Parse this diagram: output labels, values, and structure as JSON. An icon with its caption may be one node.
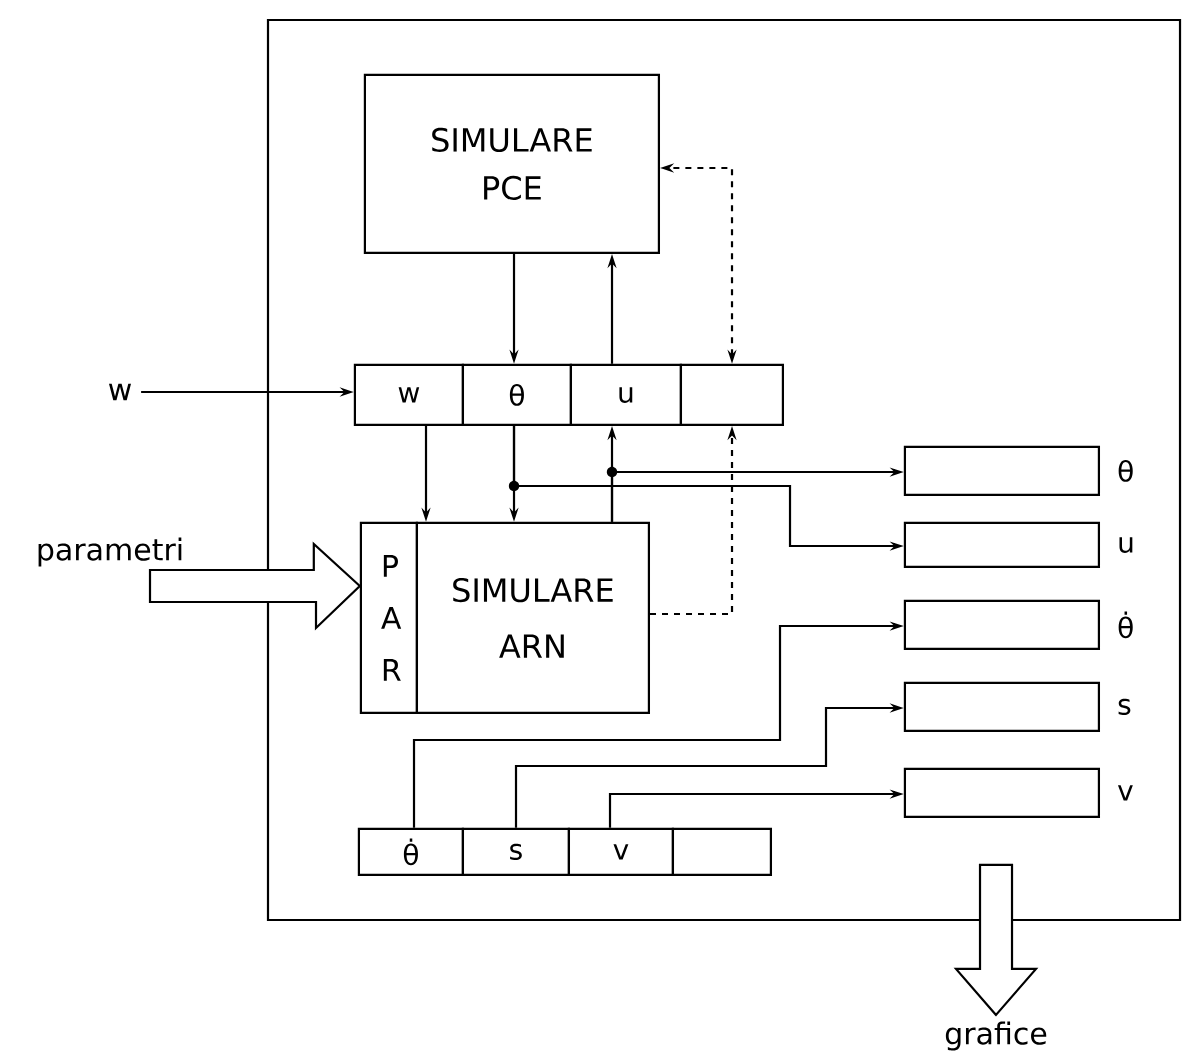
{
  "diagram": {
    "nodes": [
      {
        "text": [],
        "shape": "box"
      },
      {
        "text": [
          "SIMULARE PCE"
        ],
        "in": 0
      },
      {
        "text": [
          "w"
        ],
        "in": 0
      },
      {
        "text": [
          "θ"
        ],
        "in": 0
      },
      {
        "text": [
          "u"
        ],
        "in": 0
      },
      {
        "text": [],
        "shape": "box",
        "in": 0
      },
      {
        "text": [
          "P A R"
        ],
        "in": 0
      },
      {
        "text": [
          "SIMULARE ARN"
        ],
        "in": 0
      },
      {
        "text": [],
        "shape": "box",
        "beside": [
          "θ"
        ],
        "in": 0
      },
      {
        "text": [],
        "shape": "box",
        "beside": [
          "u"
        ],
        "in": 0
      },
      {
        "text": [],
        "shape": "box",
        "beside": [
          "θ̇"
        ],
        "in": 0
      },
      {
        "text": [],
        "shape": "box",
        "beside": [
          "s"
        ],
        "in": 0
      },
      {
        "text": [],
        "shape": "box",
        "beside": [
          "v"
        ],
        "in": 0
      },
      {
        "text": [
          "θ̇"
        ],
        "in": 0
      },
      {
        "text": [
          "s"
        ],
        "in": 0
      },
      {
        "text": [
          "v"
        ],
        "in": 0
      },
      {
        "text": [],
        "shape": "box",
        "in": 0
      },
      {
        "text": [
          "w"
        ]
      },
      {
        "text": [
          "parametri"
        ]
      },
      {
        "text": [
          "grafice"
        ]
      }
    ],
    "edges": [
      {
        "from": 17,
        "to": 2,
        "arrow": "to"
      },
      {
        "from": 1,
        "to": 3,
        "arrow": "to"
      },
      {
        "from": 4,
        "to": 1,
        "arrow": "to"
      },
      {
        "from": 5,
        "to": 1,
        "arrow": "both",
        "style": "dashed"
      },
      {
        "from": 7,
        "to": 5,
        "arrow": "to",
        "style": "dashed"
      },
      {
        "from": 2,
        "to": 7,
        "arrow": "to"
      },
      {
        "from": 3,
        "to": 7,
        "arrow": "to"
      },
      {
        "from": 3,
        "to": 9,
        "arrow": "to"
      },
      {
        "from": 7,
        "to": 4,
        "arrow": "to"
      },
      {
        "from": 7,
        "to": 8,
        "arrow": "to"
      },
      {
        "from": 13,
        "to": 10,
        "arrow": "to"
      },
      {
        "from": 14,
        "to": 11,
        "arrow": "to"
      },
      {
        "from": 15,
        "to": 12,
        "arrow": "to"
      },
      {
        "from": 18,
        "to": 6,
        "arrow": "to",
        "style": "thick"
      },
      {
        "from": null,
        "to": 19,
        "arrow": "to",
        "style": "thick"
      }
    ]
  }
}
